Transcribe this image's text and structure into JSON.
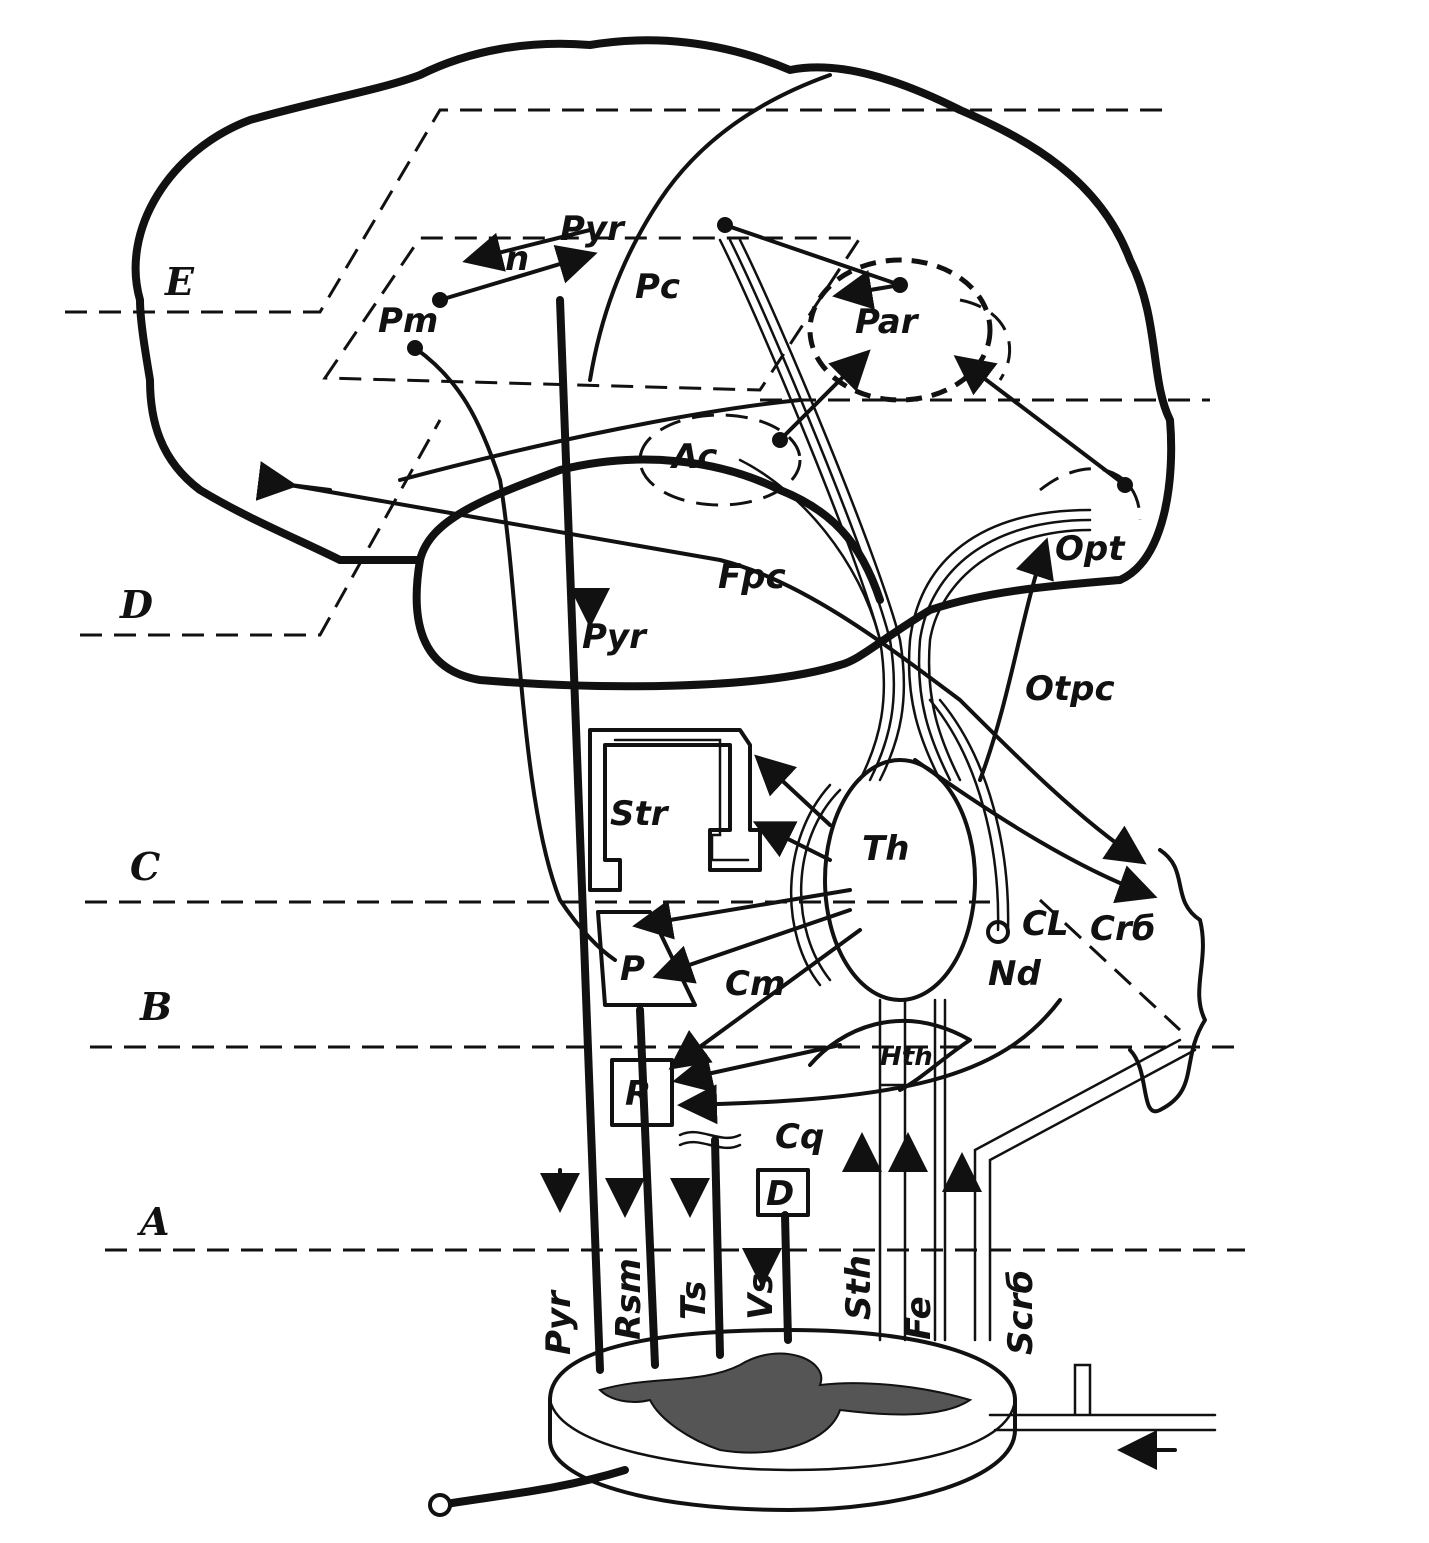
{
  "levels": {
    "E": "E",
    "D": "D",
    "C": "C",
    "B": "B",
    "A": "A"
  },
  "labels": {
    "pm": "Pm",
    "n": "n",
    "pyr_top": "Pyr",
    "pc": "Pc",
    "par": "Par",
    "ac": "Ac",
    "opt": "Opt",
    "fpc": "Fpc",
    "pyr_mid": "Pyr",
    "otpc": "Otpc",
    "str": "Str",
    "th": "Th",
    "p": "P",
    "cm": "Cm",
    "cl": "CL",
    "crb": "Crб",
    "nd": "Nd",
    "hth": "Hth",
    "r": "R",
    "cq": "Cq",
    "d_box": "D",
    "pyr_bottom": "Pyr",
    "rsm": "Rsm",
    "ts": "Ts",
    "vs": "Vs",
    "sth": "Sth",
    "fe": "Fe",
    "scrb": "Scrб"
  }
}
